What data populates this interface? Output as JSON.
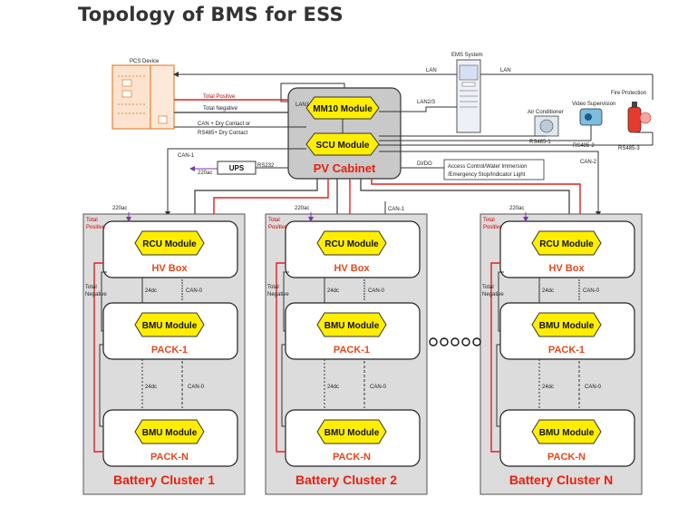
{
  "title": "Topology of BMS for ESS",
  "devices": {
    "pcs": "PCS Device",
    "ems": "EMS System",
    "air_conditioner": "Air Conditioner",
    "video": "Video Supervision",
    "fire": "Fire Protection",
    "ups": "UPS",
    "pv_cabinet": "PV Cabinet",
    "mm10": "MM10 Module",
    "scu": "SCU Module"
  },
  "links": {
    "lan": "LAN",
    "lan1": "LAN1",
    "lan23": "LAN2/3",
    "total_positive": "Total Positive",
    "total_negative": "Total Negative",
    "can_dry_1": "CAN + Dry Contact or",
    "can_dry_2": "RS485+ Dry Contact",
    "rs485_1": "RS485-1",
    "rs485_2": "RS485-2",
    "rs485_3": "RS485-3",
    "can1": "CAN-1",
    "can2": "CAN-2",
    "rs232": "RS232",
    "v220": "220ac",
    "didoi": "DI/DO",
    "access_1": "Access Control/Water Immersion",
    "access_2": "/Emergency Stop/Indicator Light",
    "total": "Total",
    "positive": "Positive",
    "negative": "Negative",
    "dc24": "24dc",
    "can0": "CAN-0"
  },
  "clusters": [
    {
      "rcu": "RCU Module",
      "hv": "HV Box",
      "bmu1": "BMU Module",
      "pack1": "PACK-1",
      "bmun": "BMU Module",
      "packn": "PACK-N",
      "label": "Battery Cluster 1"
    },
    {
      "rcu": "RCU Module",
      "hv": "HV Box",
      "bmu1": "BMU Module",
      "pack1": "PACK-1",
      "bmun": "BMU Module",
      "packn": "PACK-N",
      "label": "Battery Cluster 2"
    },
    {
      "rcu": "RCU Module",
      "hv": "HV Box",
      "bmu1": "BMU Module",
      "pack1": "PACK-1",
      "bmun": "BMU Module",
      "packn": "PACK-N",
      "label": "Battery Cluster N"
    }
  ],
  "colors": {
    "hexagon": "#ffee00",
    "cluster_bg": "#dcdcdc",
    "red_line": "#e02020",
    "orange_text": "#e8471b"
  }
}
